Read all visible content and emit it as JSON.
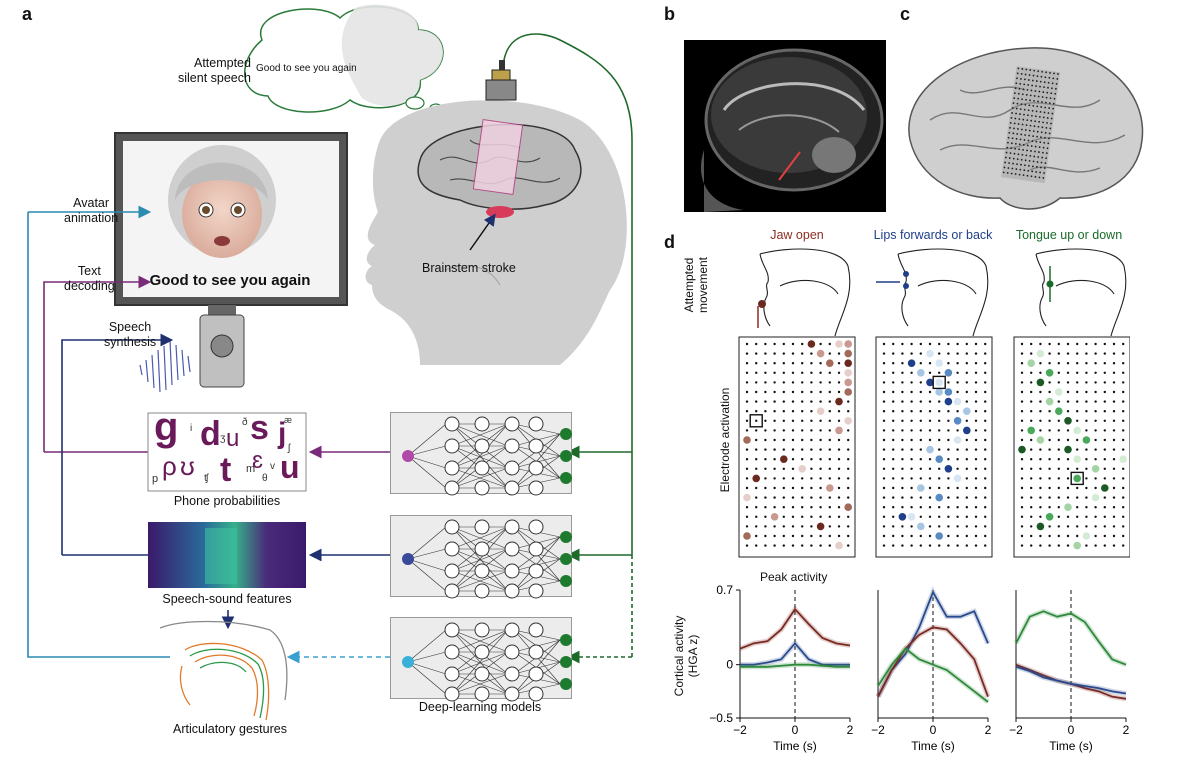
{
  "panels": {
    "a": "a",
    "b": "b",
    "c": "c",
    "d": "d"
  },
  "a": {
    "thought_label": "Attempted\nsilent speech",
    "thought_text": "Good to see you again",
    "screen_caption": "Good to see you again",
    "avatar_label": "Avatar\nanimation",
    "text_label": "Text\ndecoding",
    "speech_label": "Speech\nsynthesis",
    "stroke_label": "Brainstem stroke",
    "phone_caption": "Phone probabilities",
    "sound_caption": "Speech-sound features",
    "artic_caption": "Articulatory gestures",
    "models_caption": "Deep-learning models",
    "phone_glyphs": [
      "g",
      "d",
      "u",
      "s",
      "j",
      "ʊ",
      "ρ",
      "t",
      "ɛ",
      "u",
      "ʒ",
      "æ",
      "ð",
      "i",
      "ʃ",
      "θ",
      "m",
      "v",
      "ʧ",
      "p"
    ]
  },
  "d": {
    "row_labels": {
      "movement": "Attempted\nmovement",
      "activation": "Electrode activation"
    },
    "columns": [
      {
        "title": "Jaw open",
        "color": "#8b2e24"
      },
      {
        "title": "Lips forwards or back",
        "color": "#1f3f8a"
      },
      {
        "title": "Tongue up or down",
        "color": "#1b6a2a"
      }
    ],
    "peak_label": "Peak activity",
    "ylabel": "Cortical activity\n(HGA z)"
  },
  "chart_data": [
    {
      "type": "line",
      "title": "",
      "xlabel": "Time (s)",
      "ylabel": "Cortical activity (HGA z)",
      "xlim": [
        -2,
        2
      ],
      "ylim": [
        -0.5,
        0.7
      ],
      "xticks": [
        -2,
        0,
        2
      ],
      "yticks": [
        0.7,
        0,
        -0.5
      ],
      "x": [
        -2,
        -1.5,
        -1,
        -0.5,
        0,
        0.5,
        1,
        1.5,
        2
      ],
      "series": [
        {
          "color": "#7a2a22",
          "values": [
            0.15,
            0.2,
            0.22,
            0.33,
            0.52,
            0.38,
            0.25,
            0.2,
            0.18
          ]
        },
        {
          "color": "#2a4a8e",
          "values": [
            0.0,
            0.0,
            0.02,
            0.05,
            0.2,
            0.05,
            0.0,
            0.0,
            0.0
          ]
        },
        {
          "color": "#2e8a3a",
          "values": [
            -0.02,
            -0.02,
            -0.02,
            -0.01,
            0.0,
            0.0,
            -0.01,
            -0.02,
            -0.02
          ]
        }
      ]
    },
    {
      "type": "line",
      "title": "",
      "xlabel": "Time (s)",
      "xlim": [
        -2,
        2
      ],
      "ylim": [
        -0.5,
        0.7
      ],
      "xticks": [
        -2,
        0,
        2
      ],
      "x": [
        -2,
        -1.5,
        -1,
        -0.5,
        0,
        0.5,
        1,
        1.5,
        2
      ],
      "series": [
        {
          "color": "#2a4a8e",
          "values": [
            -0.3,
            -0.05,
            0.1,
            0.35,
            0.68,
            0.45,
            0.45,
            0.5,
            0.2
          ]
        },
        {
          "color": "#7a2a22",
          "values": [
            -0.3,
            -0.05,
            0.15,
            0.28,
            0.35,
            0.33,
            0.2,
            0.05,
            -0.3
          ]
        },
        {
          "color": "#2e8a3a",
          "values": [
            -0.2,
            0.0,
            0.15,
            0.05,
            0.0,
            -0.05,
            -0.15,
            -0.25,
            -0.35
          ]
        }
      ]
    },
    {
      "type": "line",
      "title": "",
      "xlabel": "Time (s)",
      "xlim": [
        -2,
        2
      ],
      "ylim": [
        -0.5,
        0.7
      ],
      "xticks": [
        -2,
        0,
        2
      ],
      "x": [
        -2,
        -1.5,
        -1,
        -0.5,
        0,
        0.5,
        1,
        1.5,
        2
      ],
      "series": [
        {
          "color": "#2e8a3a",
          "values": [
            0.2,
            0.45,
            0.5,
            0.45,
            0.48,
            0.4,
            0.22,
            0.05,
            0.0
          ]
        },
        {
          "color": "#7a2a22",
          "values": [
            0.0,
            -0.05,
            -0.1,
            -0.15,
            -0.18,
            -0.22,
            -0.25,
            -0.3,
            -0.32
          ]
        },
        {
          "color": "#2a4a8e",
          "values": [
            -0.02,
            -0.06,
            -0.12,
            -0.15,
            -0.18,
            -0.2,
            -0.22,
            -0.25,
            -0.27
          ]
        }
      ]
    }
  ]
}
